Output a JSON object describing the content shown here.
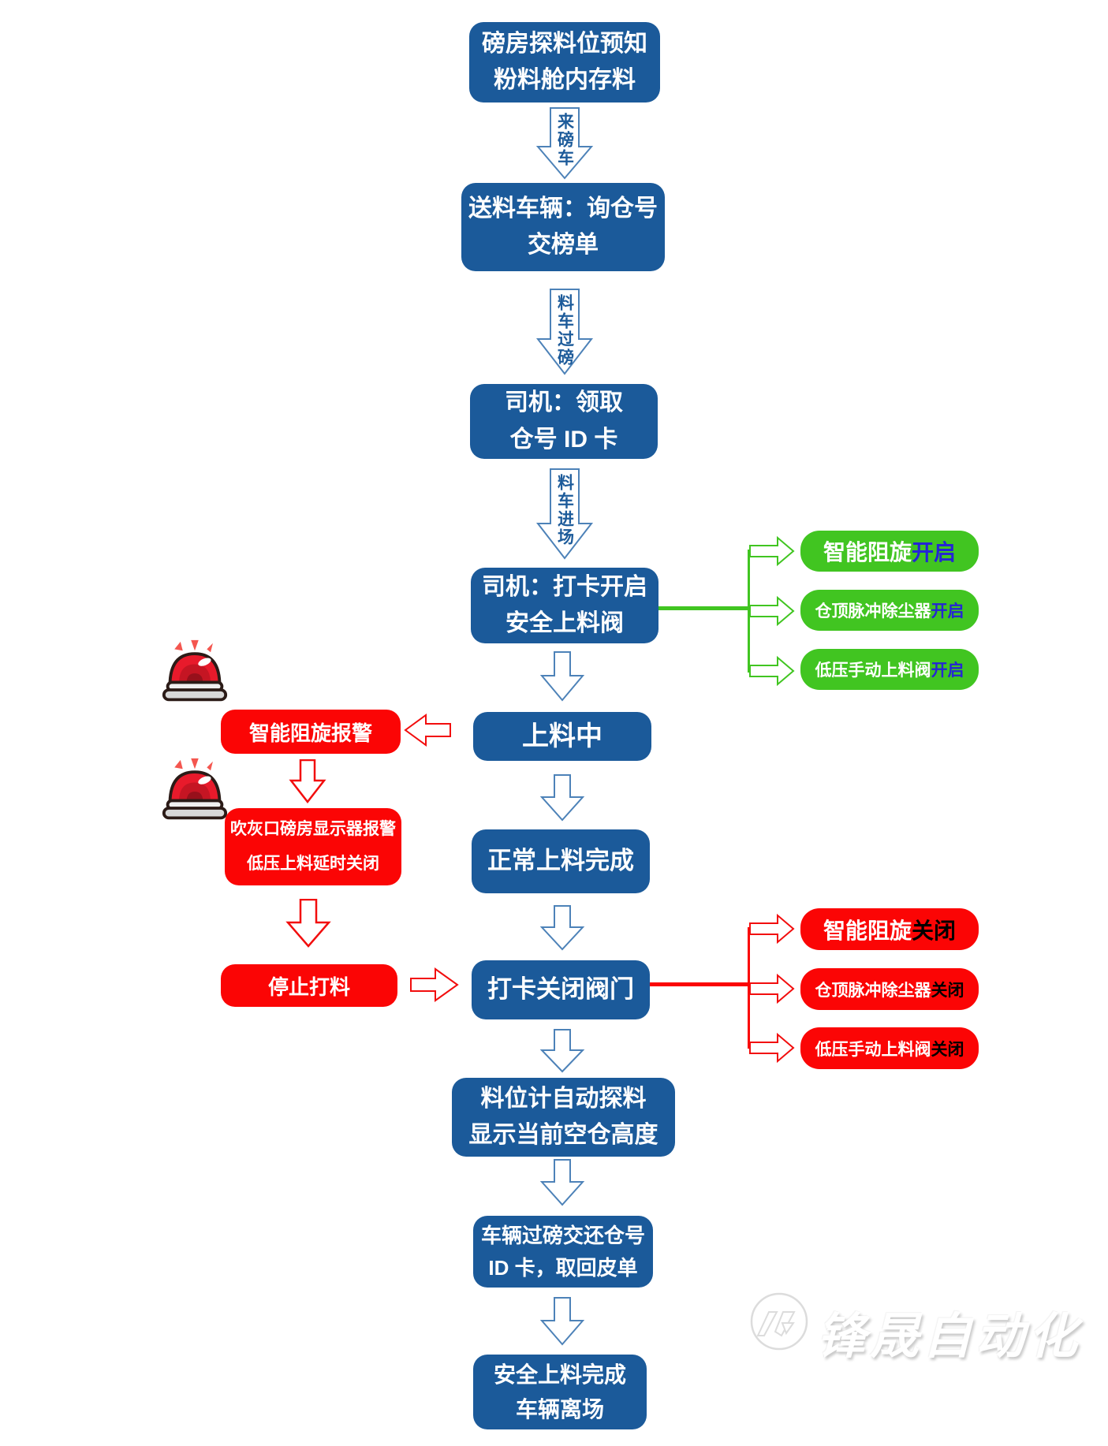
{
  "colors": {
    "node_blue": "#1b5a9a",
    "branch_green": "#41c521",
    "alert_red": "#fb0505",
    "state_open_text_blue": "#2525d5",
    "state_close_text_black": "#000000",
    "arrow_outline_blue": "#4d82b8"
  },
  "steps": {
    "predict": {
      "line1": "磅房探料位预知",
      "line2": "粉料舱内存料"
    },
    "inquire": {
      "line1": "送料车辆：询仓号",
      "line2": "交榜单"
    },
    "pickup_card": {
      "line1": "司机：领取",
      "line2": "仓号 ID 卡"
    },
    "open_valve": {
      "line1": "司机：打卡开启",
      "line2": "安全上料阀"
    },
    "loading": {
      "line1": "上料中"
    },
    "load_complete": {
      "line1": "正常上料完成"
    },
    "close_valve": {
      "line1": "打卡关闭阀门"
    },
    "level_scan": {
      "line1": "料位计自动探料",
      "line2": "显示当前空仓高度"
    },
    "weigh_return": {
      "line1": "车辆过磅交还仓号",
      "line2": "ID 卡，取回皮单"
    },
    "depart": {
      "line1": "安全上料完成",
      "line2": "车辆离场"
    }
  },
  "arrow_labels": {
    "to_inquire": "来磅车",
    "to_pickup": "料车过磅",
    "to_open": "料车进场"
  },
  "open_branch": [
    {
      "device": "智能阻旋",
      "state": "开启"
    },
    {
      "device": "仓顶脉冲除尘器",
      "state": "开启"
    },
    {
      "device": "低压手动上料阀",
      "state": "开启"
    }
  ],
  "close_branch": [
    {
      "device": "智能阻旋",
      "state": "关闭"
    },
    {
      "device": "仓顶脉冲除尘器",
      "state": "关闭"
    },
    {
      "device": "低压手动上料阀",
      "state": "关闭"
    }
  ],
  "alerts": {
    "rotary_alarm": "智能阻旋报警",
    "display_alarm_line1": "吹灰口磅房显示器报警",
    "display_alarm_line2": "低压上料延时关闭",
    "stop_feeding": "停止打料"
  },
  "icons": {
    "alarm": "alarm-siren-icon",
    "brand_logo": "brand-logo-icon"
  },
  "watermark": {
    "brand": "锋晟自动化"
  }
}
